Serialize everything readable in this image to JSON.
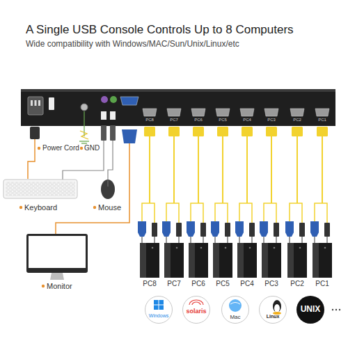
{
  "diagram": {
    "title": "A Single USB Console Controls Up to 8 Computers",
    "nodes": [
      {
        "text": [
          "Windows"
        ]
      },
      {
        "text": [
          "solaris"
        ]
      },
      {
        "text": [
          "Mac"
        ]
      },
      {
        "text": [
          "Linux"
        ]
      },
      {
        "text": [
          "UNIX"
        ]
      }
    ],
    "labels": [
      "Wide compatibility with Windows/MAC/Sun/Unix/Linux/etc",
      "Power Cord",
      "GND",
      "Keyboard",
      "Mouse",
      "Monitor",
      "PC8",
      "PC7",
      "PC6",
      "PC5",
      "PC4",
      "PC3",
      "PC2",
      "PC1",
      "PC8",
      "PC7",
      "PC6",
      "PC5",
      "PC4",
      "PC3",
      "PC2",
      "PC1"
    ]
  }
}
